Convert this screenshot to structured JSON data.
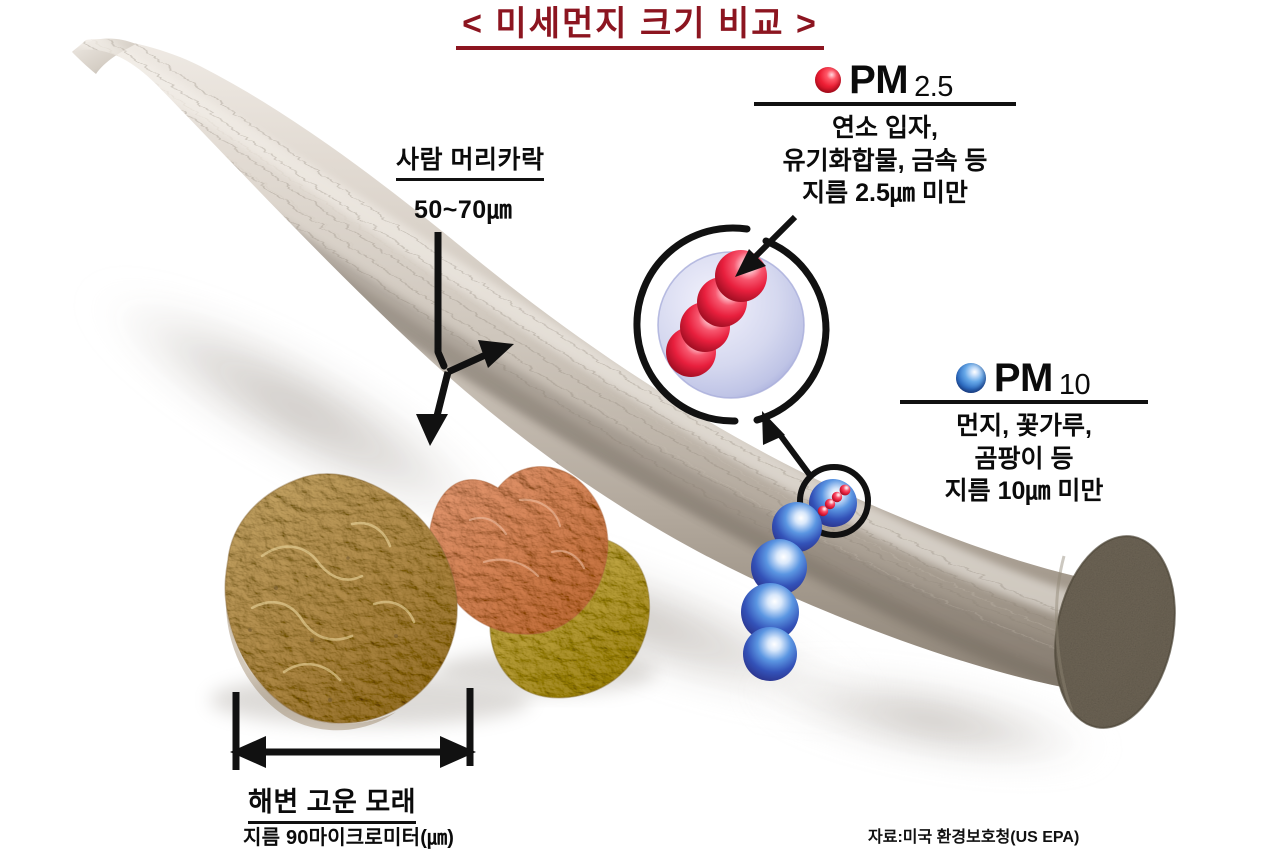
{
  "title": "< 미세먼지 크기 비교 >",
  "title_color": "#8c1520",
  "hair": {
    "label": "사람 머리카락",
    "size": "50~70㎛"
  },
  "sand": {
    "label": "해변 고운 모래",
    "size": "지름 90마이크로미터(㎛)"
  },
  "pm25": {
    "name": "PM",
    "subscript": "2.5",
    "bullet_color": "#ee1f35",
    "line1": "연소 입자,",
    "line2": "유기화합물, 금속 등",
    "line3": "지름 2.5㎛ 미만"
  },
  "pm10": {
    "name": "PM",
    "subscript": "10",
    "bullet_color": "#2f6fc4",
    "line1": "먼지, 꽃가루,",
    "line2": "곰팡이 등",
    "line3": "지름 10㎛ 미만"
  },
  "source": "자료:미국 환경보호청(US EPA)",
  "figure": {
    "hair_strand": "human-hair-strand",
    "hair_cut_end": "hair-cross-section",
    "sand_grains": "beach-sand-grains",
    "magnifier_circle": "pm10-magnified-view",
    "small_circle": "pm10-particle-highlight",
    "pm10_chain": "pm10-particle-chain",
    "pm25_cluster": "pm25-particle-cluster"
  }
}
